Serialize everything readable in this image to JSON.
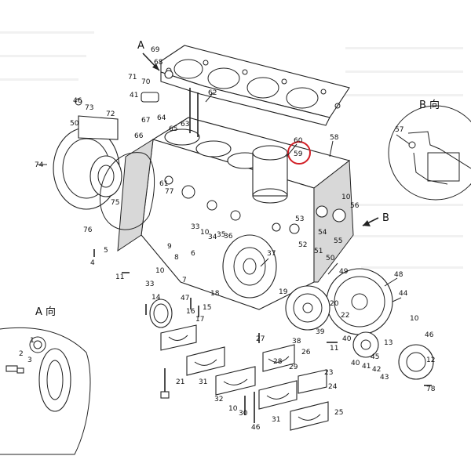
{
  "diagram": {
    "view_a_top_label": "A",
    "view_a_inset_label": "A 向",
    "view_b_inset_label": "B 向",
    "arrow_b_label": "B",
    "highlight_color": "#d21f26",
    "highlighted_part": "59",
    "part_numbers": {
      "p69": "69",
      "p68": "68",
      "p71": "71",
      "p70": "70",
      "p41": "41",
      "p62": "62",
      "p67": "67",
      "p64": "64",
      "p63": "63",
      "p65": "65",
      "p46a": "46",
      "p73": "73",
      "p50a": "50",
      "p72": "72",
      "p66": "66",
      "p74": "74",
      "p60": "60",
      "p59": "59",
      "p58": "58",
      "p57": "57",
      "p61": "61",
      "p77": "77",
      "p75": "75",
      "p76": "76",
      "p10a": "10",
      "p56": "56",
      "p53": "53",
      "p54": "54",
      "p55": "55",
      "p52": "52",
      "p51": "51",
      "p50b": "50",
      "p33a": "33",
      "p10b": "10",
      "p34": "34",
      "p35": "35",
      "p36": "36",
      "p37": "37",
      "p5": "5",
      "p4": "4",
      "p11": "11",
      "p7": "7",
      "p10c": "10",
      "p33b": "33",
      "p47": "47",
      "p17": "17",
      "p14": "14",
      "p18": "18",
      "p19": "19",
      "p49": "49",
      "p48": "48",
      "p20": "20",
      "p44": "44",
      "p22": "22",
      "p40a": "40",
      "p10d": "10",
      "p46b": "46",
      "p39": "39",
      "p27": "27",
      "p38": "38",
      "p26": "26",
      "p11b": "11",
      "p13": "13",
      "p40b": "40",
      "p41b": "41",
      "p42": "42",
      "p43": "43",
      "p12": "12",
      "p78": "78",
      "p28": "28",
      "p29": "29",
      "p23": "23",
      "p24": "24",
      "p21": "21",
      "p31a": "31",
      "p32": "32",
      "p10e": "10",
      "p30": "30",
      "p31b": "31",
      "p25": "25",
      "p46c": "46",
      "p1": "1",
      "p2": "2",
      "p3": "3",
      "p6": "6",
      "p8": "8",
      "p9": "9",
      "p15": "15",
      "p16": "16",
      "p45": "45"
    }
  }
}
